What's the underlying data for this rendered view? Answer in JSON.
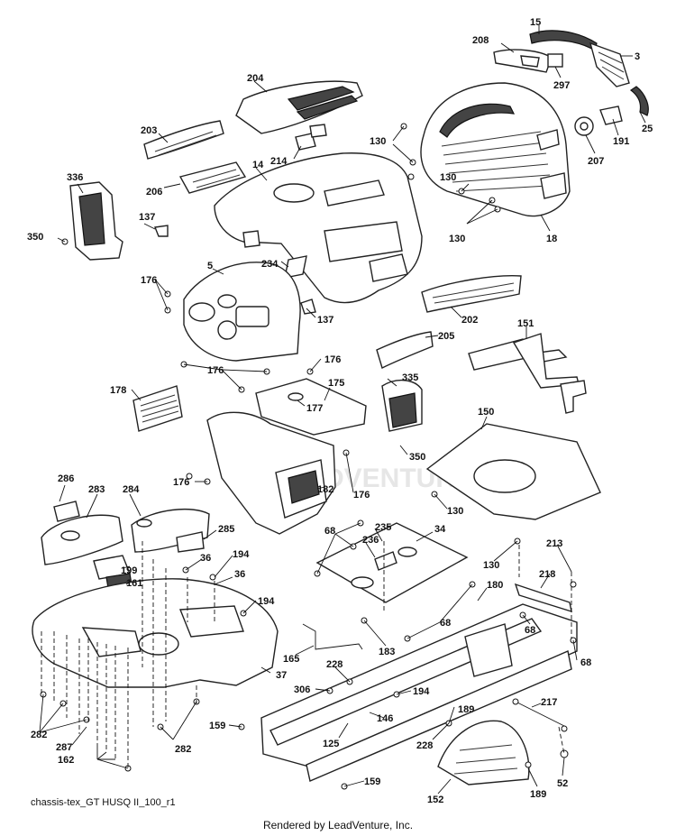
{
  "diagram": {
    "code": "chassis-tex_GT HUSQ II_100_r1",
    "credit": "Rendered by LeadVenture, Inc.",
    "watermark": "LEADVENTURE"
  },
  "callouts": [
    {
      "id": "c15",
      "text": "15"
    },
    {
      "id": "c3",
      "text": "3"
    },
    {
      "id": "c208",
      "text": "208"
    },
    {
      "id": "c297",
      "text": "297"
    },
    {
      "id": "c25",
      "text": "25"
    },
    {
      "id": "c191",
      "text": "191"
    },
    {
      "id": "c207",
      "text": "207"
    },
    {
      "id": "c204",
      "text": "204"
    },
    {
      "id": "c203",
      "text": "203"
    },
    {
      "id": "c214",
      "text": "214"
    },
    {
      "id": "c14",
      "text": "14"
    },
    {
      "id": "c206",
      "text": "206"
    },
    {
      "id": "c336",
      "text": "336"
    },
    {
      "id": "c137a",
      "text": "137"
    },
    {
      "id": "c350a",
      "text": "350"
    },
    {
      "id": "c130a",
      "text": "130"
    },
    {
      "id": "c130b",
      "text": "130"
    },
    {
      "id": "c130c",
      "text": "130"
    },
    {
      "id": "c18",
      "text": "18"
    },
    {
      "id": "c234",
      "text": "234"
    },
    {
      "id": "c5",
      "text": "5"
    },
    {
      "id": "c176a",
      "text": "176"
    },
    {
      "id": "c137b",
      "text": "137"
    },
    {
      "id": "c202",
      "text": "202"
    },
    {
      "id": "c151",
      "text": "151"
    },
    {
      "id": "c205",
      "text": "205"
    },
    {
      "id": "c176b",
      "text": "176"
    },
    {
      "id": "c176c",
      "text": "176"
    },
    {
      "id": "c335",
      "text": "335"
    },
    {
      "id": "c175",
      "text": "175"
    },
    {
      "id": "c178",
      "text": "178"
    },
    {
      "id": "c177",
      "text": "177"
    },
    {
      "id": "c150",
      "text": "150"
    },
    {
      "id": "c350b",
      "text": "350"
    },
    {
      "id": "c176d",
      "text": "176"
    },
    {
      "id": "c176e",
      "text": "176"
    },
    {
      "id": "c130d",
      "text": "130"
    },
    {
      "id": "c182",
      "text": "182"
    },
    {
      "id": "c286",
      "text": "286"
    },
    {
      "id": "c283",
      "text": "283"
    },
    {
      "id": "c284",
      "text": "284"
    },
    {
      "id": "c285",
      "text": "285"
    },
    {
      "id": "c68a",
      "text": "68"
    },
    {
      "id": "c235",
      "text": "235"
    },
    {
      "id": "c34",
      "text": "34"
    },
    {
      "id": "c236",
      "text": "236"
    },
    {
      "id": "c130e",
      "text": "130"
    },
    {
      "id": "c213",
      "text": "213"
    },
    {
      "id": "c36a",
      "text": "36"
    },
    {
      "id": "c194a",
      "text": "194"
    },
    {
      "id": "c36b",
      "text": "36"
    },
    {
      "id": "c199",
      "text": "199"
    },
    {
      "id": "c161",
      "text": "161"
    },
    {
      "id": "c218",
      "text": "218"
    },
    {
      "id": "c180",
      "text": "180"
    },
    {
      "id": "c194b",
      "text": "194"
    },
    {
      "id": "c68b",
      "text": "68"
    },
    {
      "id": "c68c",
      "text": "68"
    },
    {
      "id": "c183",
      "text": "183"
    },
    {
      "id": "c68d",
      "text": "68"
    },
    {
      "id": "c165",
      "text": "165"
    },
    {
      "id": "c228a",
      "text": "228"
    },
    {
      "id": "c37",
      "text": "37"
    },
    {
      "id": "c306",
      "text": "306"
    },
    {
      "id": "c194c",
      "text": "194"
    },
    {
      "id": "c146",
      "text": "146"
    },
    {
      "id": "c217",
      "text": "217"
    },
    {
      "id": "c189a",
      "text": "189"
    },
    {
      "id": "c282a",
      "text": "282"
    },
    {
      "id": "c159a",
      "text": "159"
    },
    {
      "id": "c228b",
      "text": "228"
    },
    {
      "id": "c287",
      "text": "287"
    },
    {
      "id": "c125",
      "text": "125"
    },
    {
      "id": "c282b",
      "text": "282"
    },
    {
      "id": "c162",
      "text": "162"
    },
    {
      "id": "c52",
      "text": "52"
    },
    {
      "id": "c159b",
      "text": "159"
    },
    {
      "id": "c189b",
      "text": "189"
    },
    {
      "id": "c152",
      "text": "152"
    }
  ]
}
